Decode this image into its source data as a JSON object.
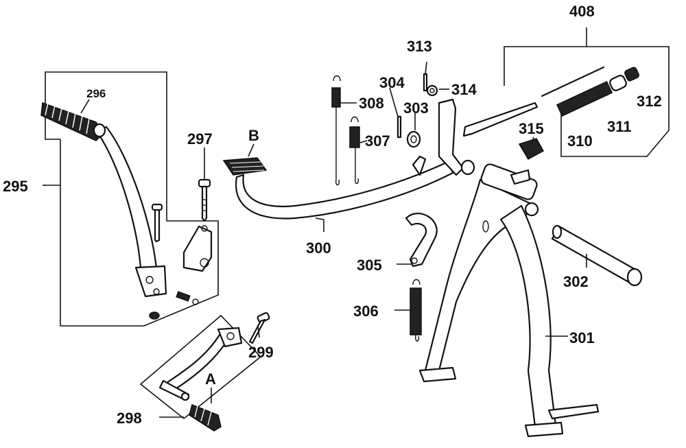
{
  "labels": {
    "p295": "295",
    "p296": "296",
    "p297": "297",
    "p298": "298",
    "p299": "299",
    "p300": "300",
    "p301": "301",
    "p302": "302",
    "p303": "303",
    "p304": "304",
    "p305": "305",
    "p306": "306",
    "p307": "307",
    "p308": "308",
    "p310": "310",
    "p311": "311",
    "p312": "312",
    "p313": "313",
    "p314": "314",
    "p315": "315",
    "p408": "408",
    "A": "A",
    "B": "B"
  }
}
